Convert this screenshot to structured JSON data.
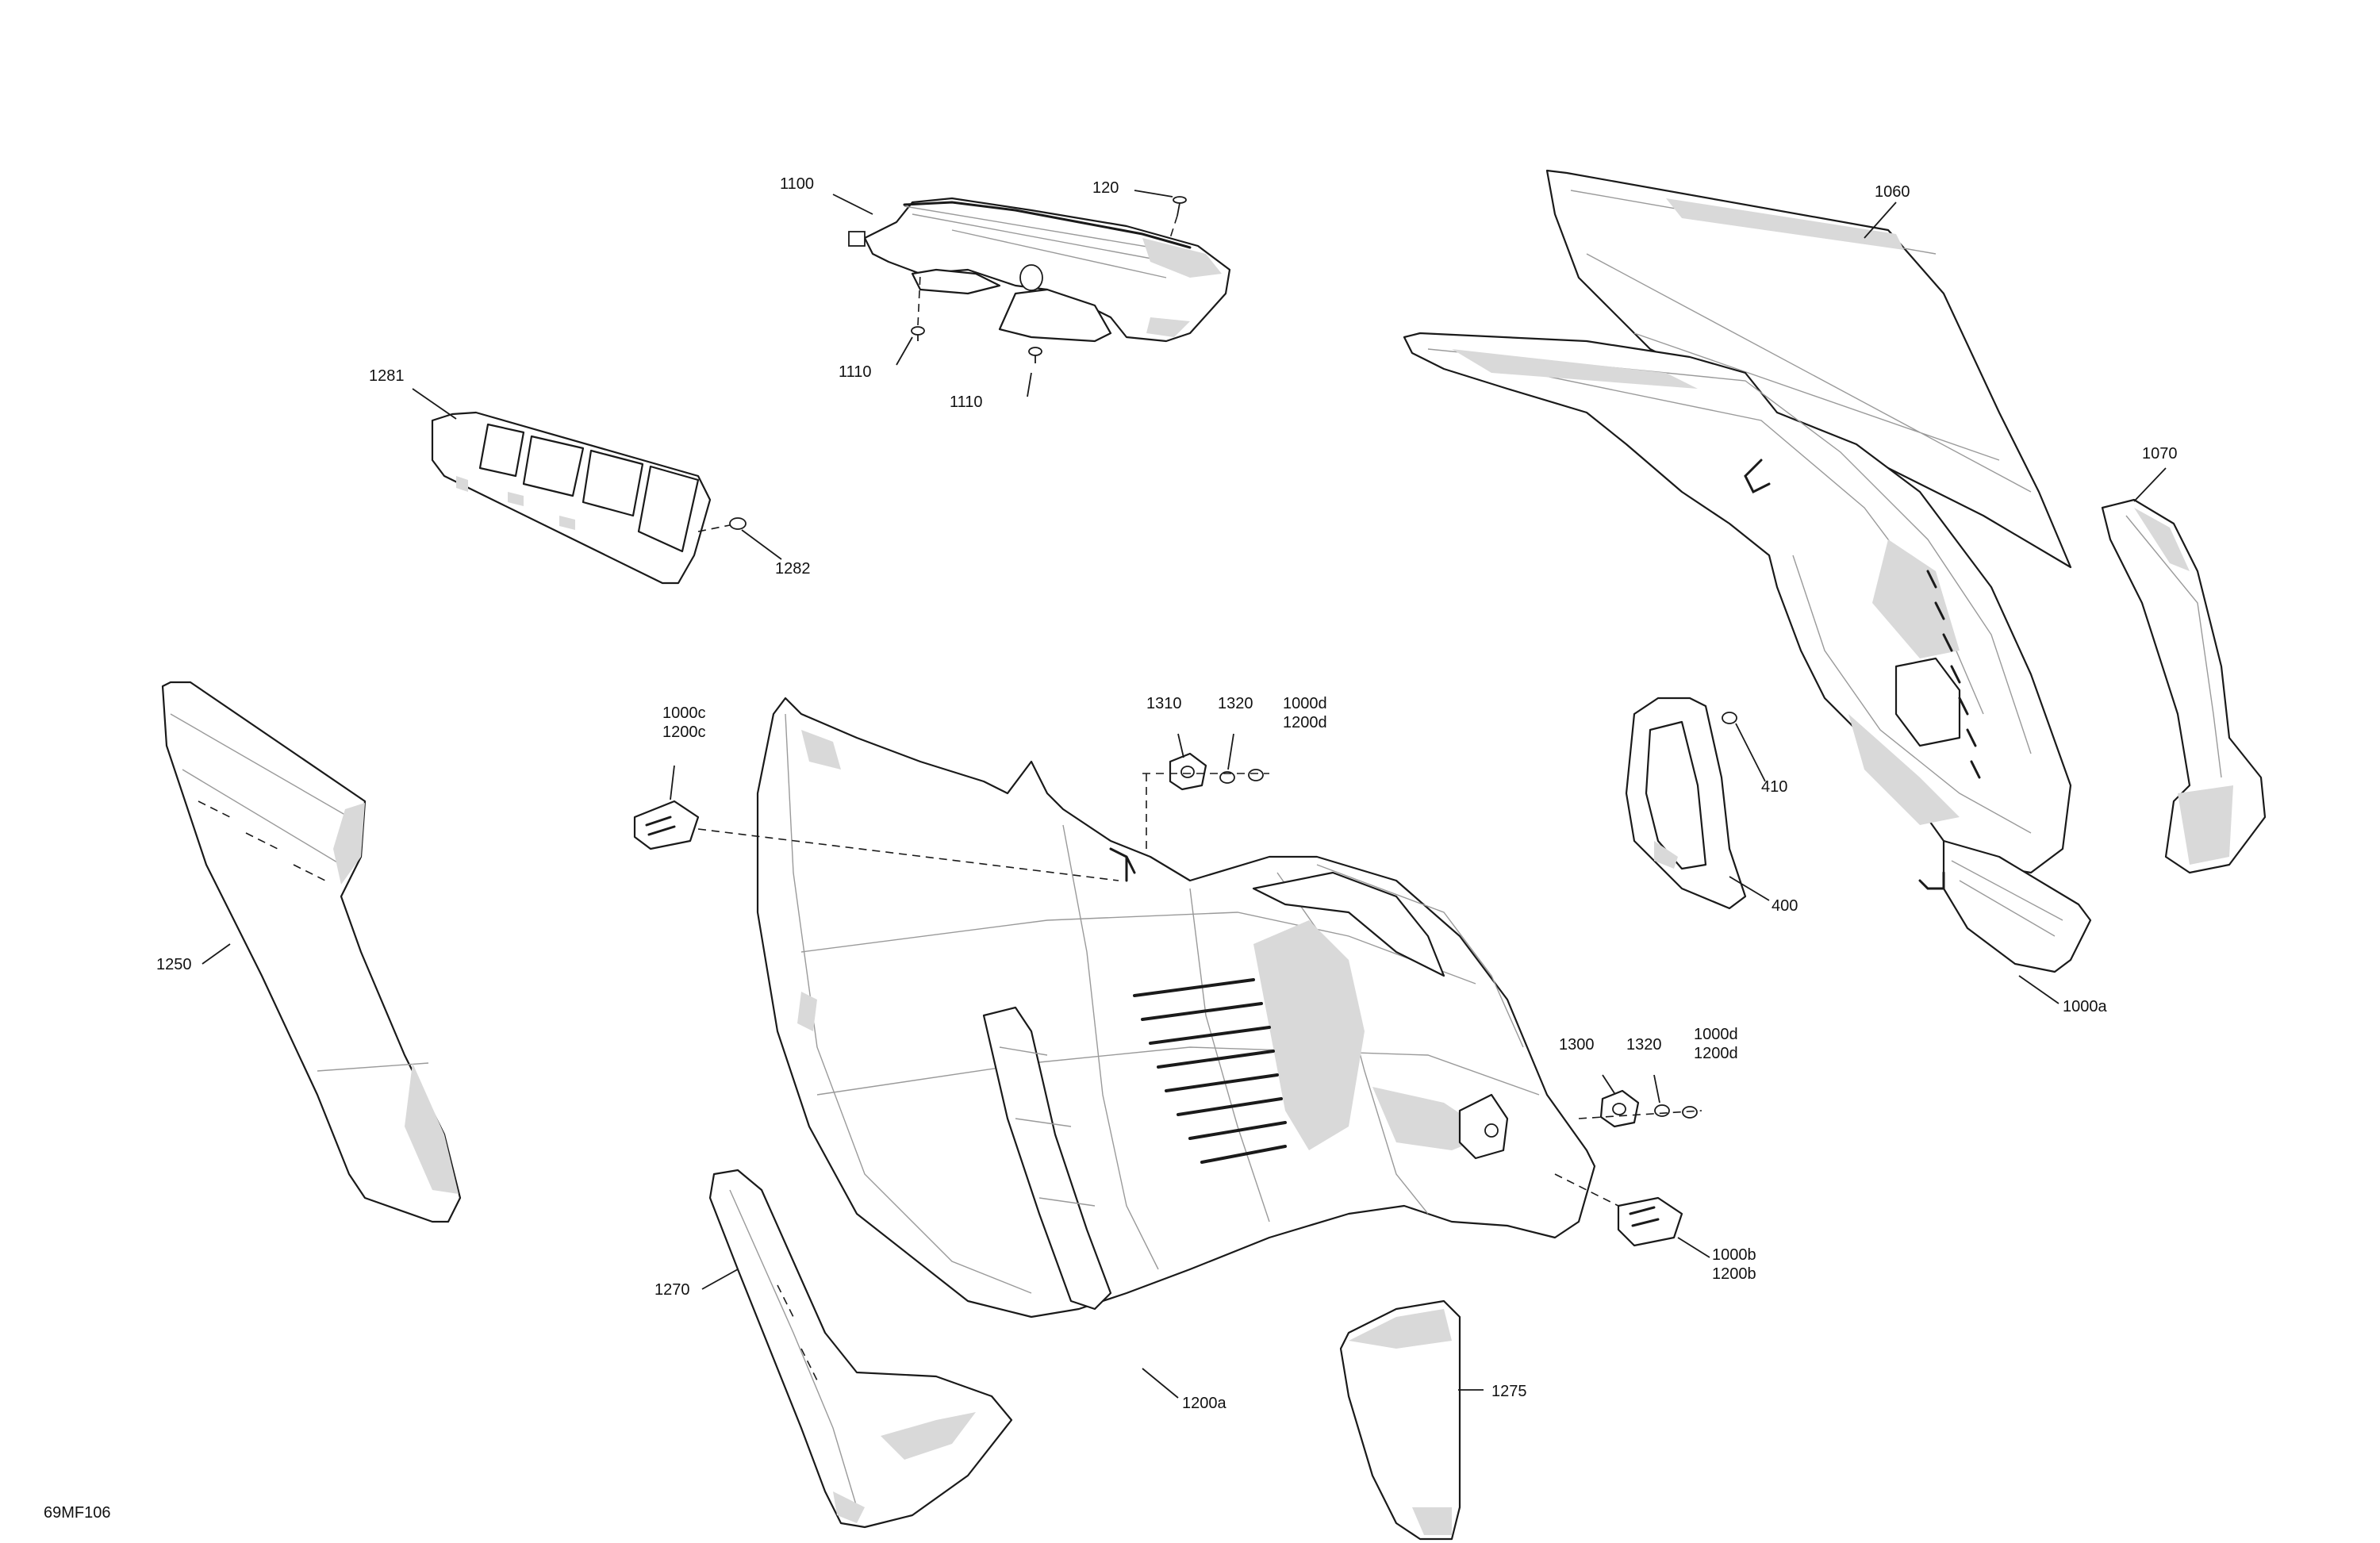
{
  "figure_code": "69MF106",
  "callouts": [
    {
      "id": "c1100",
      "lines": [
        "1100"
      ]
    },
    {
      "id": "c120",
      "lines": [
        "120"
      ]
    },
    {
      "id": "c1110a",
      "lines": [
        "1110"
      ]
    },
    {
      "id": "c1110b",
      "lines": [
        "1110"
      ]
    },
    {
      "id": "c1060",
      "lines": [
        "1060"
      ]
    },
    {
      "id": "c1281",
      "lines": [
        "1281"
      ]
    },
    {
      "id": "c1282",
      "lines": [
        "1282"
      ]
    },
    {
      "id": "c1070",
      "lines": [
        "1070"
      ]
    },
    {
      "id": "c1000c",
      "lines": [
        "1000c",
        "1200c"
      ]
    },
    {
      "id": "c1310",
      "lines": [
        "1310"
      ]
    },
    {
      "id": "c1320a",
      "lines": [
        "1320"
      ]
    },
    {
      "id": "c1000d_top",
      "lines": [
        "1000d",
        "1200d"
      ]
    },
    {
      "id": "c410",
      "lines": [
        "410"
      ]
    },
    {
      "id": "c400",
      "lines": [
        "400"
      ]
    },
    {
      "id": "c1250",
      "lines": [
        "1250"
      ]
    },
    {
      "id": "c1000a",
      "lines": [
        "1000a"
      ]
    },
    {
      "id": "c1300",
      "lines": [
        "1300"
      ]
    },
    {
      "id": "c1320b",
      "lines": [
        "1320"
      ]
    },
    {
      "id": "c1000d_bot",
      "lines": [
        "1000d",
        "1200d"
      ]
    },
    {
      "id": "c1000b",
      "lines": [
        "1000b",
        "1200b"
      ]
    },
    {
      "id": "c1270",
      "lines": [
        "1270"
      ]
    },
    {
      "id": "c1275",
      "lines": [
        "1275"
      ]
    },
    {
      "id": "c1200a",
      "lines": [
        "1200a"
      ]
    }
  ]
}
